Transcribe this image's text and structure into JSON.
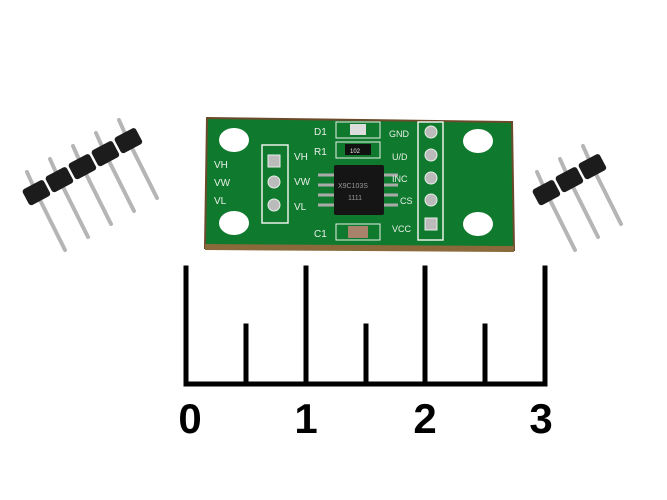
{
  "pcb": {
    "silkscreen": {
      "left_symbols": [
        "VH",
        "VW",
        "VL"
      ],
      "pot_pins": [
        "VH",
        "VW",
        "VL"
      ],
      "components": [
        "D1",
        "R1",
        "C1"
      ],
      "resistor_marking": "102",
      "chip_marking": [
        "X9C103S",
        "1111"
      ],
      "header_pins": [
        "GND",
        "U/D",
        "INC",
        "CS",
        "VCC"
      ]
    },
    "colors": {
      "board": "#0f7a2e",
      "silk": "#e8efe8",
      "pad": "#c9c9c9",
      "header": "#1a1a1a",
      "pin": "#b8b8b8"
    }
  },
  "ruler": {
    "labels": [
      "0",
      "1",
      "2",
      "3"
    ]
  }
}
